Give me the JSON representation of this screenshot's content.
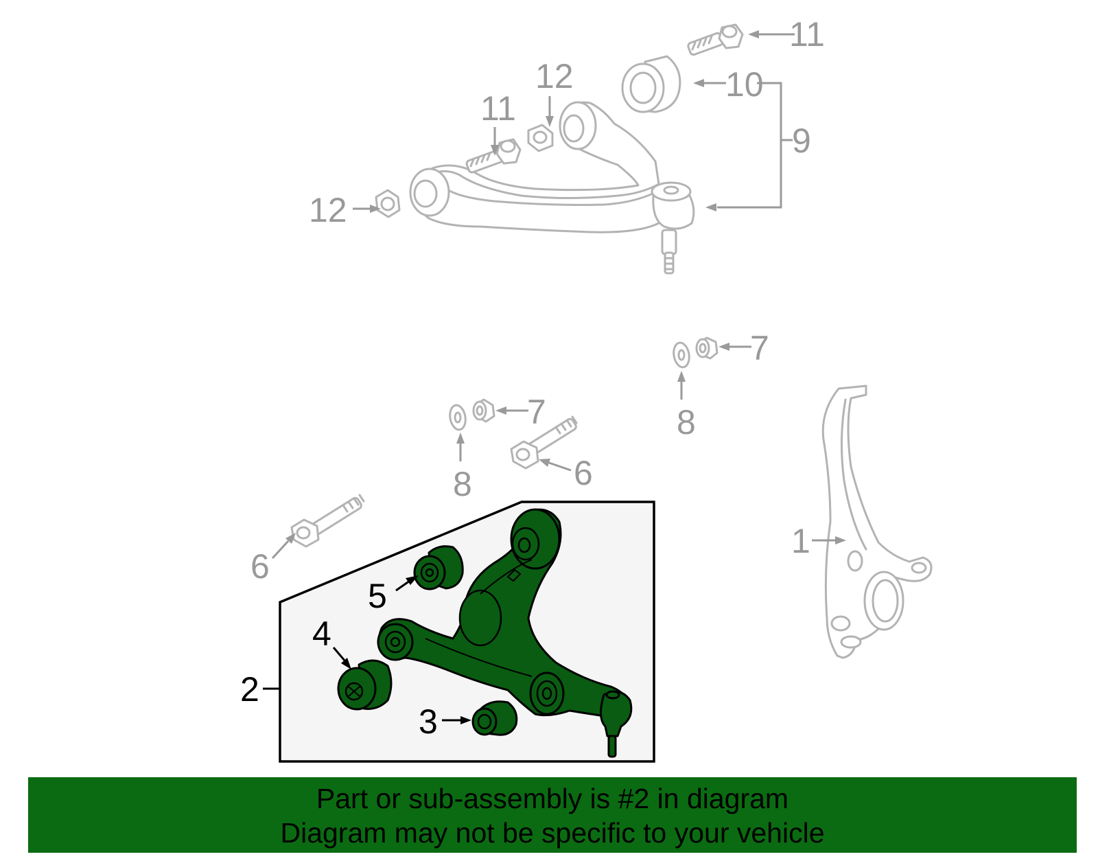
{
  "diagram": {
    "callouts": [
      {
        "id": "1",
        "label": "1",
        "highlighted": false
      },
      {
        "id": "2",
        "label": "2",
        "highlighted": true
      },
      {
        "id": "3",
        "label": "3",
        "highlighted": true
      },
      {
        "id": "4",
        "label": "4",
        "highlighted": true
      },
      {
        "id": "5",
        "label": "5",
        "highlighted": true
      },
      {
        "id": "6a",
        "label": "6",
        "highlighted": false
      },
      {
        "id": "6b",
        "label": "6",
        "highlighted": false
      },
      {
        "id": "7a",
        "label": "7",
        "highlighted": false
      },
      {
        "id": "7b",
        "label": "7",
        "highlighted": false
      },
      {
        "id": "8a",
        "label": "8",
        "highlighted": false
      },
      {
        "id": "8b",
        "label": "8",
        "highlighted": false
      },
      {
        "id": "9",
        "label": "9",
        "highlighted": false
      },
      {
        "id": "10",
        "label": "10",
        "highlighted": false
      },
      {
        "id": "11a",
        "label": "11",
        "highlighted": false
      },
      {
        "id": "11b",
        "label": "11",
        "highlighted": false
      },
      {
        "id": "12a",
        "label": "12",
        "highlighted": false
      },
      {
        "id": "12b",
        "label": "12",
        "highlighted": false
      }
    ],
    "colors": {
      "highlight_part": "#0a5c12",
      "inactive_part": "#b3b3b3",
      "inactive_label": "#999999",
      "active_label": "#000000",
      "banner": "#0b6b12"
    }
  },
  "banner": {
    "line1": "Part or sub-assembly is #2 in diagram",
    "line2": "Diagram may not be specific to your vehicle"
  }
}
